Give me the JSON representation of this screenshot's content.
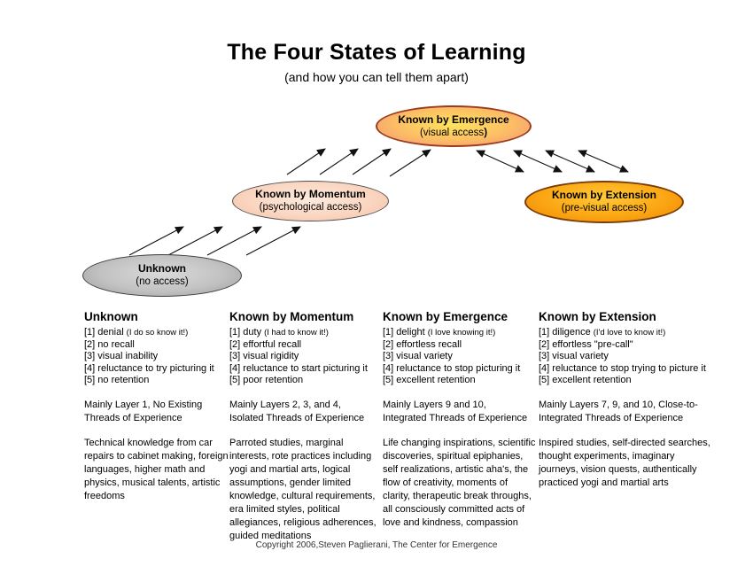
{
  "page": {
    "title": "The Four States of Learning",
    "subtitle": "(and how you can tell them apart)",
    "footer": "Copyright 2006,Steven Paglierani, The Center for Emergence"
  },
  "diagram": {
    "nodes": [
      {
        "id": "unknown",
        "label": "Unknown",
        "sublabel": "(no access)",
        "sublabel_bold": "",
        "fill_center": "#dadada",
        "fill_edge": "#9c9c9c",
        "border": "#3c3c3c"
      },
      {
        "id": "momentum",
        "label": "Known by Momentum",
        "sublabel": "(psychological access)",
        "sublabel_bold": "",
        "fill_center": "#fdeadd",
        "fill_edge": "#f5c2a6",
        "border": "#4d4d4d"
      },
      {
        "id": "emergence",
        "label": "Known by Emergence",
        "sublabel": "(visual access",
        "sublabel_bold": ")",
        "fill_center": "#ffe45c",
        "fill_edge": "#ef8f7e",
        "border": "#9c3a1b"
      },
      {
        "id": "extension",
        "label": "Known by Extension",
        "sublabel": "(pre-visual access)",
        "sublabel_bold": "",
        "fill_center": "#ffc937",
        "fill_edge": "#ee8604",
        "border": "#7a3c06"
      }
    ],
    "connections": [
      {
        "from": "Unknown",
        "to": "Known by Momentum",
        "arrows": 4,
        "bidirectional": false
      },
      {
        "from": "Known by Momentum",
        "to": "Known by Emergence",
        "arrows": 4,
        "bidirectional": false
      },
      {
        "from": "Known by Emergence",
        "to": "Known by Extension",
        "arrows": 4,
        "bidirectional": true
      }
    ]
  },
  "columns": [
    {
      "heading": "Unknown",
      "items": [
        {
          "text": "[1] denial",
          "note": "(I do so know it!)"
        },
        {
          "text": "[2] no recall",
          "note": ""
        },
        {
          "text": "[3] visual inability",
          "note": ""
        },
        {
          "text": "[4] reluctance to try picturing it",
          "note": ""
        },
        {
          "text": "[5] no retention",
          "note": ""
        }
      ],
      "layers": [
        "Mainly Layer 1, No Existing",
        "Threads of Experience"
      ],
      "examples": "Technical knowledge from car repairs to cabinet making, foreign languages, higher math and physics, musical talents, artistic freedoms"
    },
    {
      "heading": "Known by Momentum",
      "items": [
        {
          "text": "[1] duty",
          "note": "(I had to know it!)"
        },
        {
          "text": "[2] effortful recall",
          "note": ""
        },
        {
          "text": "[3] visual rigidity",
          "note": ""
        },
        {
          "text": "[4] reluctance to start picturing it",
          "note": ""
        },
        {
          "text": "[5] poor retention",
          "note": ""
        }
      ],
      "layers": [
        "Mainly Layers 2, 3, and 4,",
        "Isolated Threads of Experience"
      ],
      "examples": "Parroted studies, marginal interests, rote practices including yogi and martial arts, logical assumptions, gender limited knowledge, cultural requirements, era limited styles, political allegiances, religious adherences, guided meditations"
    },
    {
      "heading": "Known by Emergence",
      "items": [
        {
          "text": "[1] delight",
          "note": "(I love knowing it!)"
        },
        {
          "text": "[2] effortless recall",
          "note": ""
        },
        {
          "text": "[3] visual variety",
          "note": ""
        },
        {
          "text": "[4] reluctance to stop picturing it",
          "note": ""
        },
        {
          "text": "[5] excellent retention",
          "note": ""
        }
      ],
      "layers": [
        "Mainly Layers 9 and 10,",
        "Integrated Threads of Experience"
      ],
      "examples": "Life changing inspirations, scientific discoveries, spiritual epiphanies, self realizations, artistic aha's, the flow of creativity, moments of clarity, therapeutic break throughs, all consciously committed acts of love and kindness, compassion"
    },
    {
      "heading": "Known by Extension",
      "items": [
        {
          "text": "[1] diligence",
          "note": "(I'd love to know it!)"
        },
        {
          "text": "[2] effortless \"pre-call\"",
          "note": ""
        },
        {
          "text": "[3] visual variety",
          "note": ""
        },
        {
          "text": "[4] reluctance to stop trying to picture it",
          "note": ""
        },
        {
          "text": "[5] excellent retention",
          "note": ""
        }
      ],
      "layers": [
        "Mainly Layers 7, 9, and 10, Close-to-",
        "Integrated Threads of Experience"
      ],
      "examples": "Inspired studies, self-directed searches, thought experiments, imaginary journeys, vision quests, authentically practiced yogi and martial arts"
    }
  ]
}
